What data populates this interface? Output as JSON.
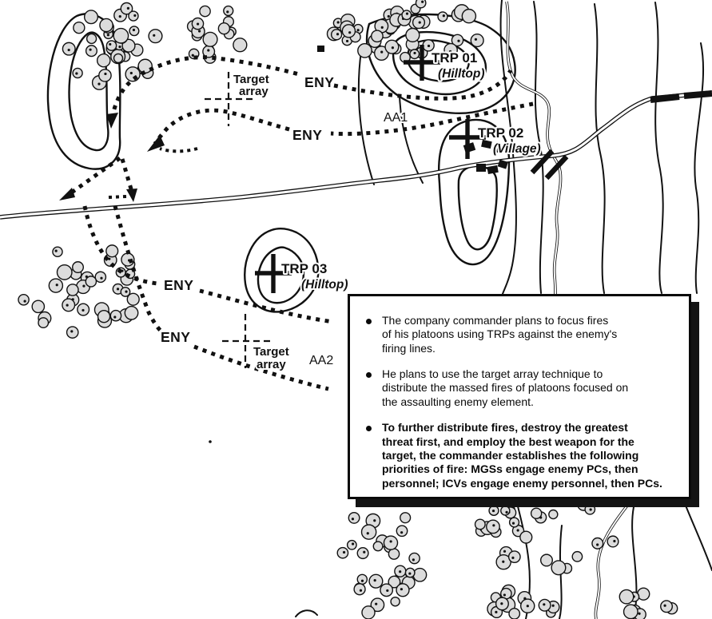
{
  "diagram": {
    "enemy_label": "ENY",
    "avenues": [
      "AA1",
      "AA2"
    ],
    "trps": [
      {
        "id": "TRP 01",
        "terrain": "(Hilltop)"
      },
      {
        "id": "TRP 02",
        "terrain": "(Village)"
      },
      {
        "id": "TRP 03",
        "terrain": "(Hilltop)"
      }
    ],
    "target_array": {
      "line1": "Target",
      "line2": "array"
    }
  },
  "info_box": {
    "bullets": [
      {
        "bold": false,
        "lines": [
          "The company  commander plans to focus fires",
          "of his platoons using TRPs against the enemy's",
          "firing lines."
        ]
      },
      {
        "bold": false,
        "lines": [
          "He plans to use the target array technique to",
          "distribute the massed fires of platoons focused on",
          "the assaulting enemy element."
        ]
      },
      {
        "bold": true,
        "lines": [
          "To further distribute fires, destroy the greatest",
          "threat first, and employ the best weapon for the",
          "target, the commander establishes the following",
          "priorities of fire: MGSs engage enemy PCs, then",
          "personnel; ICVs engage enemy personnel, then PCs."
        ]
      }
    ]
  },
  "colors": {
    "ink": "#111111",
    "paper": "#ffffff",
    "tree_fill": "#dcdcdc"
  }
}
